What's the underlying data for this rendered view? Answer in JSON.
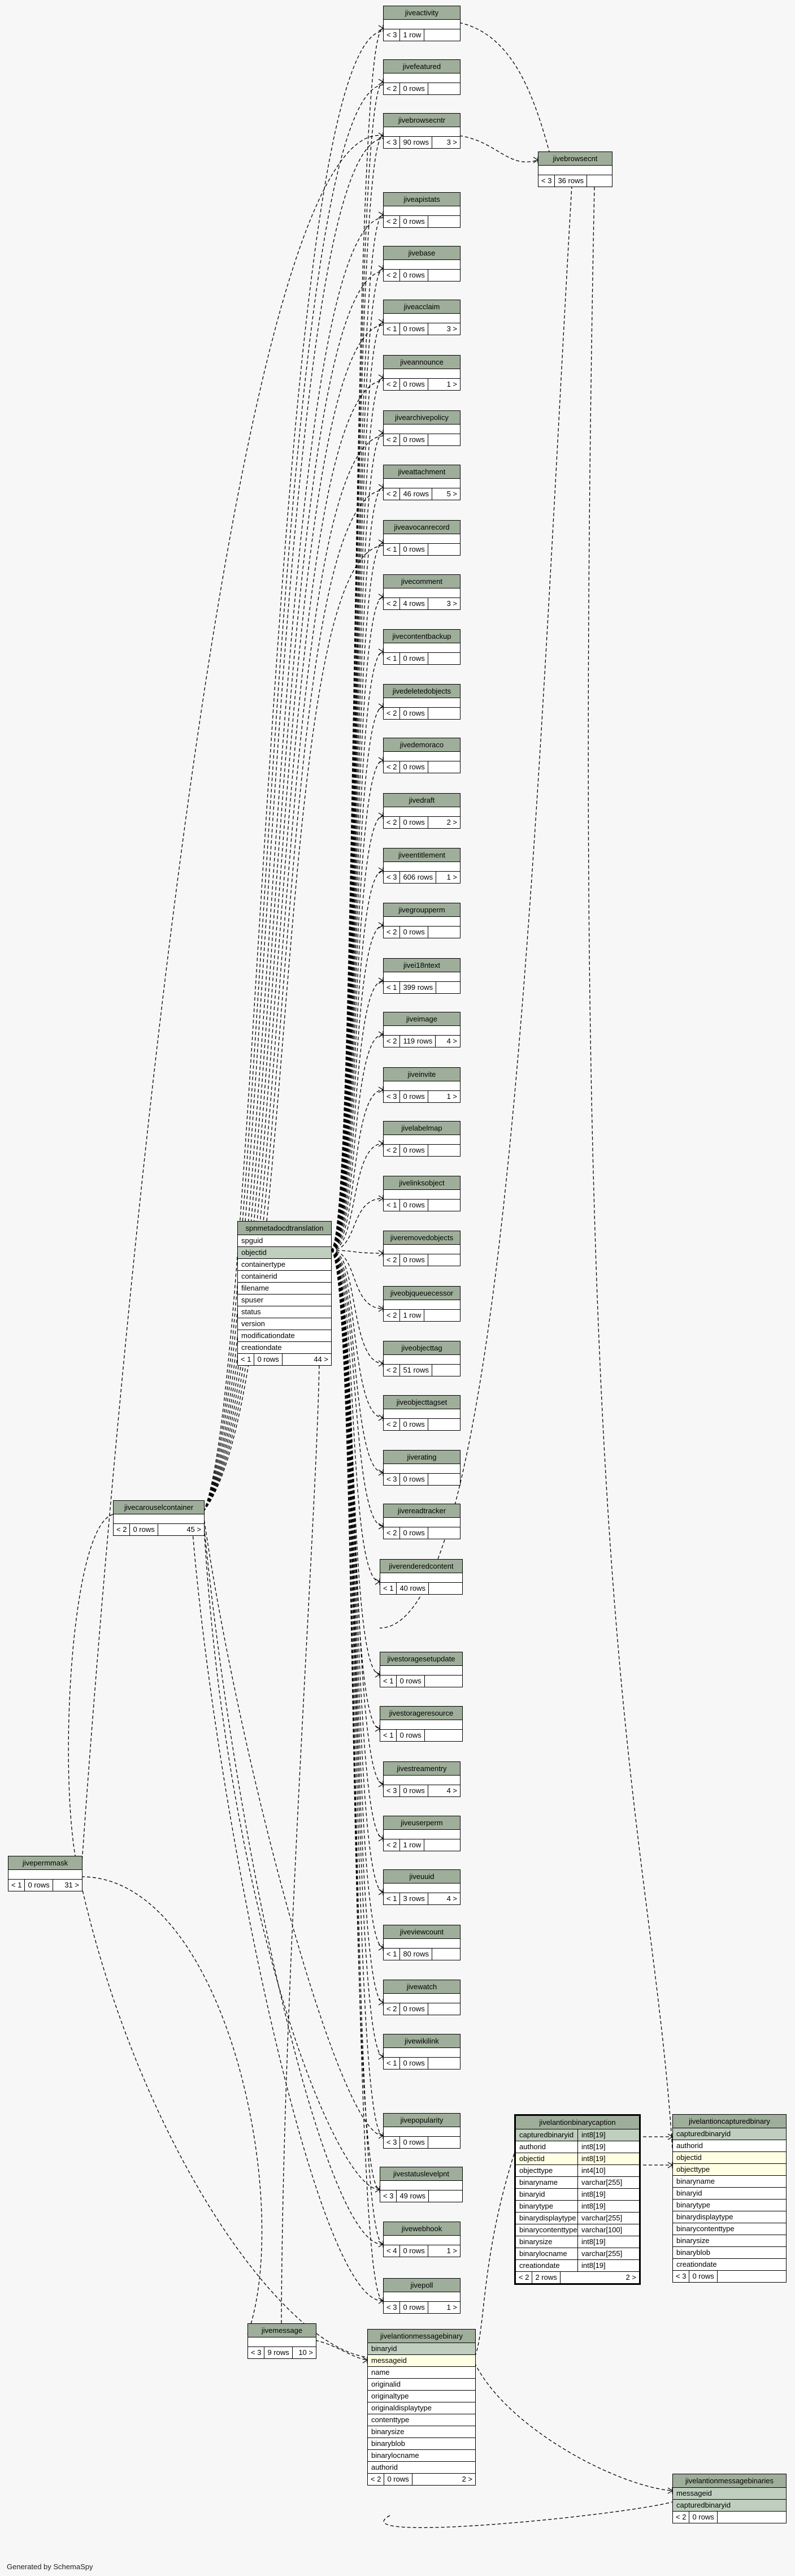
{
  "credit": "Generated by SchemaSpy",
  "tables": [
    {
      "id": "jiveactivity",
      "name": "jiveactivity",
      "columns": [],
      "footer": [
        "< 3",
        "1 row",
        ""
      ]
    },
    {
      "id": "jivefeatured",
      "name": "jivefeatured",
      "columns": [],
      "footer": [
        "< 2",
        "0 rows",
        ""
      ]
    },
    {
      "id": "jivebrowsecntr",
      "name": "jivebrowsecntr",
      "columns": [],
      "footer": [
        "< 3",
        "90 rows",
        "3 >"
      ]
    },
    {
      "id": "jivebrowsecnt",
      "name": "jivebrowsecnt",
      "columns": [],
      "footer": [
        "< 3",
        "36 rows",
        ""
      ]
    },
    {
      "id": "jiveapistats",
      "name": "jiveapistats",
      "columns": [],
      "footer": [
        "< 2",
        "0 rows",
        ""
      ]
    },
    {
      "id": "jivebase",
      "name": "jivebase",
      "columns": [],
      "footer": [
        "< 2",
        "0 rows",
        ""
      ]
    },
    {
      "id": "jiveacclaim",
      "name": "jiveacclaim",
      "columns": [],
      "footer": [
        "< 1",
        "0 rows",
        "3 >"
      ]
    },
    {
      "id": "jiveannounce",
      "name": "jiveannounce",
      "columns": [],
      "footer": [
        "< 2",
        "0 rows",
        "1 >"
      ]
    },
    {
      "id": "jivearchivepolicy",
      "name": "jivearchivepolicy",
      "columns": [],
      "footer": [
        "< 2",
        "0 rows",
        ""
      ]
    },
    {
      "id": "jiveattachment",
      "name": "jiveattachment",
      "columns": [],
      "footer": [
        "< 2",
        "46 rows",
        "5 >"
      ]
    },
    {
      "id": "jiveavocanrecord",
      "name": "jiveavocanrecord",
      "columns": [],
      "footer": [
        "< 1",
        "0 rows",
        ""
      ]
    },
    {
      "id": "jivecomment",
      "name": "jivecomment",
      "columns": [],
      "footer": [
        "< 2",
        "4 rows",
        "3 >"
      ]
    },
    {
      "id": "jivecontentbackup",
      "name": "jivecontentbackup",
      "columns": [],
      "footer": [
        "< 1",
        "0 rows",
        ""
      ]
    },
    {
      "id": "jivedeletedobjects",
      "name": "jivedeletedobjects",
      "columns": [],
      "footer": [
        "< 2",
        "0 rows",
        ""
      ]
    },
    {
      "id": "jivedemoraco",
      "name": "jivedemoraco",
      "columns": [],
      "footer": [
        "< 2",
        "0 rows",
        ""
      ]
    },
    {
      "id": "jivedraft",
      "name": "jivedraft",
      "columns": [],
      "footer": [
        "< 2",
        "0 rows",
        "2 >"
      ]
    },
    {
      "id": "jiveentitlement",
      "name": "jiveentitlement",
      "columns": [],
      "footer": [
        "< 3",
        "606 rows",
        "1 >"
      ]
    },
    {
      "id": "jivegroupperm",
      "name": "jivegroupperm",
      "columns": [],
      "footer": [
        "< 2",
        "0 rows",
        ""
      ]
    },
    {
      "id": "jivei18ntext",
      "name": "jivei18ntext",
      "columns": [],
      "footer": [
        "< 1",
        "399 rows",
        ""
      ]
    },
    {
      "id": "jiveimage",
      "name": "jiveimage",
      "columns": [],
      "footer": [
        "< 2",
        "119 rows",
        "4 >"
      ]
    },
    {
      "id": "jiveinvite",
      "name": "jiveinvite",
      "columns": [],
      "footer": [
        "< 3",
        "0 rows",
        "1 >"
      ]
    },
    {
      "id": "jivelabelmap",
      "name": "jivelabelmap",
      "columns": [],
      "footer": [
        "< 2",
        "0 rows",
        ""
      ]
    },
    {
      "id": "jivelinksobject",
      "name": "jivelinksobject",
      "columns": [],
      "footer": [
        "< 1",
        "0 rows",
        ""
      ]
    },
    {
      "id": "jiveremovedobjects",
      "name": "jiveremovedobjects",
      "columns": [],
      "footer": [
        "< 2",
        "0 rows",
        ""
      ]
    },
    {
      "id": "jiveobjqueuecessor",
      "name": "jiveobjqueuecessor",
      "columns": [],
      "footer": [
        "< 2",
        "1 row",
        ""
      ]
    },
    {
      "id": "jiveobjecttag",
      "name": "jiveobjecttag",
      "columns": [],
      "footer": [
        "< 2",
        "51 rows",
        ""
      ]
    },
    {
      "id": "jiveobjecttagset",
      "name": "jiveobjecttagset",
      "columns": [],
      "footer": [
        "< 2",
        "0 rows",
        ""
      ]
    },
    {
      "id": "jiverating",
      "name": "jiverating",
      "columns": [],
      "footer": [
        "< 3",
        "0 rows",
        ""
      ]
    },
    {
      "id": "jivereadtracker",
      "name": "jivereadtracker",
      "columns": [],
      "footer": [
        "< 2",
        "0 rows",
        ""
      ]
    },
    {
      "id": "jiverenderedcontent",
      "name": "jiverenderedcontent",
      "columns": [],
      "footer": [
        "< 1",
        "40 rows",
        ""
      ]
    },
    {
      "id": "jivestoragesetupdate",
      "name": "jivestoragesetupdate",
      "columns": [],
      "footer": [
        "< 1",
        "0 rows",
        ""
      ]
    },
    {
      "id": "jivestorageresource",
      "name": "jivestorageresource",
      "columns": [],
      "footer": [
        "< 1",
        "0 rows",
        ""
      ]
    },
    {
      "id": "jivestreamentry",
      "name": "jivestreamentry",
      "columns": [],
      "footer": [
        "< 3",
        "0 rows",
        "4 >"
      ]
    },
    {
      "id": "jiveuserperm",
      "name": "jiveuserperm",
      "columns": [],
      "footer": [
        "< 2",
        "1 row",
        ""
      ]
    },
    {
      "id": "jiveuuid",
      "name": "jiveuuid",
      "columns": [],
      "footer": [
        "< 1",
        "3 rows",
        "4 >"
      ]
    },
    {
      "id": "jiveviewcount",
      "name": "jiveviewcount",
      "columns": [],
      "footer": [
        "< 1",
        "80 rows",
        ""
      ]
    },
    {
      "id": "jivewatch",
      "name": "jivewatch",
      "columns": [],
      "footer": [
        "< 2",
        "0 rows",
        ""
      ]
    },
    {
      "id": "jivewikilink",
      "name": "jivewikilink",
      "columns": [],
      "footer": [
        "< 1",
        "0 rows",
        ""
      ]
    },
    {
      "id": "jivepopularity",
      "name": "jivepopularity",
      "columns": [],
      "footer": [
        "< 3",
        "0 rows",
        ""
      ]
    },
    {
      "id": "jivestatuslevelpnt",
      "name": "jivestatuslevelpnt",
      "columns": [],
      "footer": [
        "< 3",
        "49 rows",
        ""
      ]
    },
    {
      "id": "jivewebhook",
      "name": "jivewebhook",
      "columns": [],
      "footer": [
        "< 4",
        "0 rows",
        "1 >"
      ]
    },
    {
      "id": "jivepoll",
      "name": "jivepoll",
      "columns": [],
      "footer": [
        "< 3",
        "0 rows",
        "1 >"
      ]
    },
    {
      "id": "jivemessage",
      "name": "jivemessage",
      "columns": [],
      "footer": [
        "< 3",
        "9 rows",
        "10 >"
      ]
    },
    {
      "id": "jivepermmask",
      "name": "jivepermmask",
      "columns": [],
      "footer": [
        "< 1",
        "0 rows",
        "31 >"
      ]
    },
    {
      "id": "jivecarouselcontainer",
      "name": "jivecarouselcontainer",
      "columns": [],
      "footer": [
        "< 2",
        "0 rows",
        "45 >"
      ]
    },
    {
      "id": "spnmetadocdtranslation",
      "name": "spnmetadocdtranslation",
      "columns": [
        {
          "name": "spguid"
        },
        {
          "name": "objectid",
          "kind": "pk"
        },
        {
          "name": "containertype"
        },
        {
          "name": "containerid"
        },
        {
          "name": "filename"
        },
        {
          "name": "spuser"
        },
        {
          "name": "status"
        },
        {
          "name": "version"
        },
        {
          "name": "modificationdate"
        },
        {
          "name": "creationdate"
        }
      ],
      "footer": [
        "< 1",
        "0 rows",
        "44 >"
      ]
    },
    {
      "id": "jivelantionbinarycaption",
      "name": "jivelantionbinarycaption",
      "selected": true,
      "columns": [
        {
          "name": "capturedbinaryid",
          "type": "int8[19]",
          "kind": "pk"
        },
        {
          "name": "authorid",
          "type": "int8[19]"
        },
        {
          "name": "objectid",
          "type": "int8[19]",
          "kind": "fk"
        },
        {
          "name": "objecttype",
          "type": "int4[10]"
        },
        {
          "name": "binaryname",
          "type": "varchar[255]"
        },
        {
          "name": "binaryid",
          "type": "int8[19]"
        },
        {
          "name": "binarytype",
          "type": "int8[19]"
        },
        {
          "name": "binarydisplaytype",
          "type": "varchar[255]"
        },
        {
          "name": "binarycontenttype",
          "type": "varchar[100]"
        },
        {
          "name": "binarysize",
          "type": "int8[19]"
        },
        {
          "name": "binarylocname",
          "type": "varchar[255]"
        },
        {
          "name": "creationdate",
          "type": "int8[19]"
        }
      ],
      "footer": [
        "< 2",
        "2 rows",
        "2 >"
      ]
    },
    {
      "id": "jivelantioncapturedbinary",
      "name": "jivelantioncapturedbinary",
      "columns": [
        {
          "name": "capturedbinaryid",
          "kind": "pk"
        },
        {
          "name": "authorid"
        },
        {
          "name": "objectid",
          "kind": "fk"
        },
        {
          "name": "objecttype",
          "kind": "fk"
        },
        {
          "name": "binaryname"
        },
        {
          "name": "binaryid"
        },
        {
          "name": "binarytype"
        },
        {
          "name": "binarydisplaytype"
        },
        {
          "name": "binarycontenttype"
        },
        {
          "name": "binarysize"
        },
        {
          "name": "binaryblob"
        },
        {
          "name": "creationdate"
        }
      ],
      "footer": [
        "< 3",
        "0 rows",
        ""
      ]
    },
    {
      "id": "jivelantionmessagebinary",
      "name": "jivelantionmessagebinary",
      "columns": [
        {
          "name": "binaryid",
          "kind": "pk"
        },
        {
          "name": "messageid",
          "kind": "fk"
        },
        {
          "name": "name"
        },
        {
          "name": "originalid"
        },
        {
          "name": "originaltype"
        },
        {
          "name": "originaldisplaytype"
        },
        {
          "name": "contenttype"
        },
        {
          "name": "binarysize"
        },
        {
          "name": "binaryblob"
        },
        {
          "name": "binarylocname"
        },
        {
          "name": "authorid"
        }
      ],
      "footer": [
        "< 2",
        "0 rows",
        "2 >"
      ]
    },
    {
      "id": "jivelantionmessagebinaries",
      "name": "jivelantionmessagebinaries",
      "columns": [
        {
          "name": "messageid",
          "kind": "pk"
        },
        {
          "name": "capturedbinaryid",
          "kind": "pk"
        }
      ],
      "footer": [
        "< 2",
        "0 rows",
        ""
      ]
    }
  ]
}
